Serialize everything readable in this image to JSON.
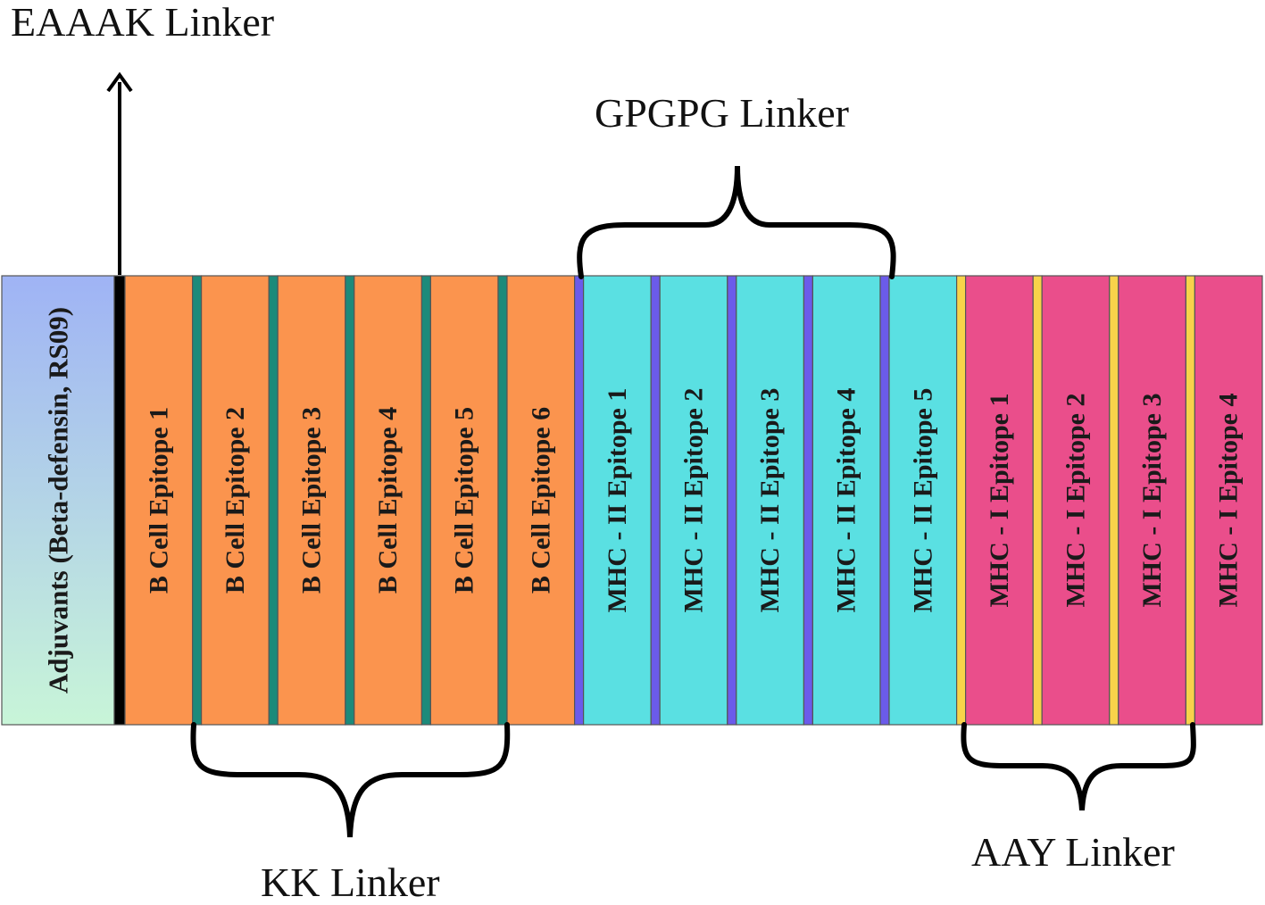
{
  "labels": {
    "eaaak": "EAAAK Linker",
    "gpgpg": "GPGPG Linker",
    "kk": "KK Linker",
    "aay": "AAY Linker"
  },
  "colors": {
    "adjuvant_top": "#9fb3f5",
    "adjuvant_bottom": "#c8f5d8",
    "b_cell": "#fb944e",
    "mhc2": "#5ae0e2",
    "mhc1": "#ea4e8b",
    "kk_linker": "#1c8a7a",
    "gpgpg_linker": "#6b5bea",
    "aay_linker": "#f8d24a",
    "eaaak_linker": "#000000",
    "border": "#555555"
  },
  "segments": [
    {
      "type": "adjuvant",
      "label": "Adjuvants (Beta-defensin, RS09)"
    },
    {
      "type": "linker",
      "linker": "eaaak"
    },
    {
      "type": "b_cell",
      "label": "B Cell Epitope 1"
    },
    {
      "type": "linker",
      "linker": "kk_linker"
    },
    {
      "type": "b_cell",
      "label": "B Cell Epitope 2"
    },
    {
      "type": "linker",
      "linker": "kk_linker"
    },
    {
      "type": "b_cell",
      "label": "B Cell Epitope 3"
    },
    {
      "type": "linker",
      "linker": "kk_linker"
    },
    {
      "type": "b_cell",
      "label": "B Cell Epitope 4"
    },
    {
      "type": "linker",
      "linker": "kk_linker"
    },
    {
      "type": "b_cell",
      "label": "B Cell Epitope 5"
    },
    {
      "type": "linker",
      "linker": "kk_linker"
    },
    {
      "type": "b_cell",
      "label": "B Cell Epitope 6"
    },
    {
      "type": "linker",
      "linker": "gpgpg_linker"
    },
    {
      "type": "mhc2",
      "label": "MHC - II Epitope 1"
    },
    {
      "type": "linker",
      "linker": "gpgpg_linker"
    },
    {
      "type": "mhc2",
      "label": "MHC - II Epitope 2"
    },
    {
      "type": "linker",
      "linker": "gpgpg_linker"
    },
    {
      "type": "mhc2",
      "label": "MHC - II Epitope 3"
    },
    {
      "type": "linker",
      "linker": "gpgpg_linker"
    },
    {
      "type": "mhc2",
      "label": "MHC - II Epitope 4"
    },
    {
      "type": "linker",
      "linker": "gpgpg_linker"
    },
    {
      "type": "mhc2",
      "label": "MHC - II Epitope 5"
    },
    {
      "type": "linker",
      "linker": "aay_linker"
    },
    {
      "type": "mhc1",
      "label": "MHC - I Epitope 1"
    },
    {
      "type": "linker",
      "linker": "aay_linker"
    },
    {
      "type": "mhc1",
      "label": "MHC - I Epitope 2"
    },
    {
      "type": "linker",
      "linker": "aay_linker"
    },
    {
      "type": "mhc1",
      "label": "MHC - I Epitope 3"
    },
    {
      "type": "linker",
      "linker": "aay_linker"
    },
    {
      "type": "mhc1",
      "label": "MHC - I Epitope 4"
    }
  ]
}
